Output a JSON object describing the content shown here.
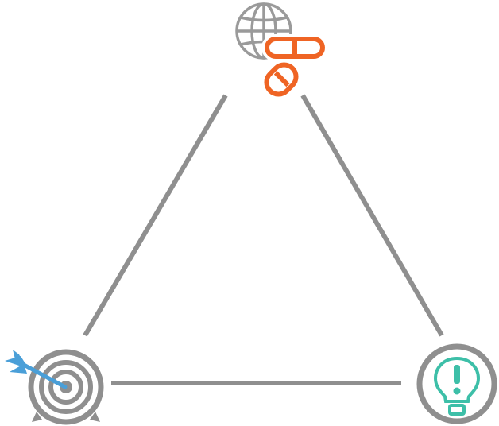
{
  "colors": {
    "stroke_gray": "#8f8f8f",
    "globe_gray": "#9a9a9a",
    "pill_orange": "#ef6424",
    "dart_blue": "#4a9fd8",
    "bulb_teal": "#3dbfa8",
    "background": "#ffffff"
  },
  "nodes": {
    "top": {
      "icon": "globe-with-capsules-icon"
    },
    "bottom_left": {
      "icon": "target-with-dart-icon"
    },
    "bottom_right": {
      "icon": "lightbulb-exclamation-icon"
    }
  },
  "edges": [
    {
      "from": "top",
      "to": "bottom_left"
    },
    {
      "from": "top",
      "to": "bottom_right"
    },
    {
      "from": "bottom_left",
      "to": "bottom_right"
    }
  ]
}
